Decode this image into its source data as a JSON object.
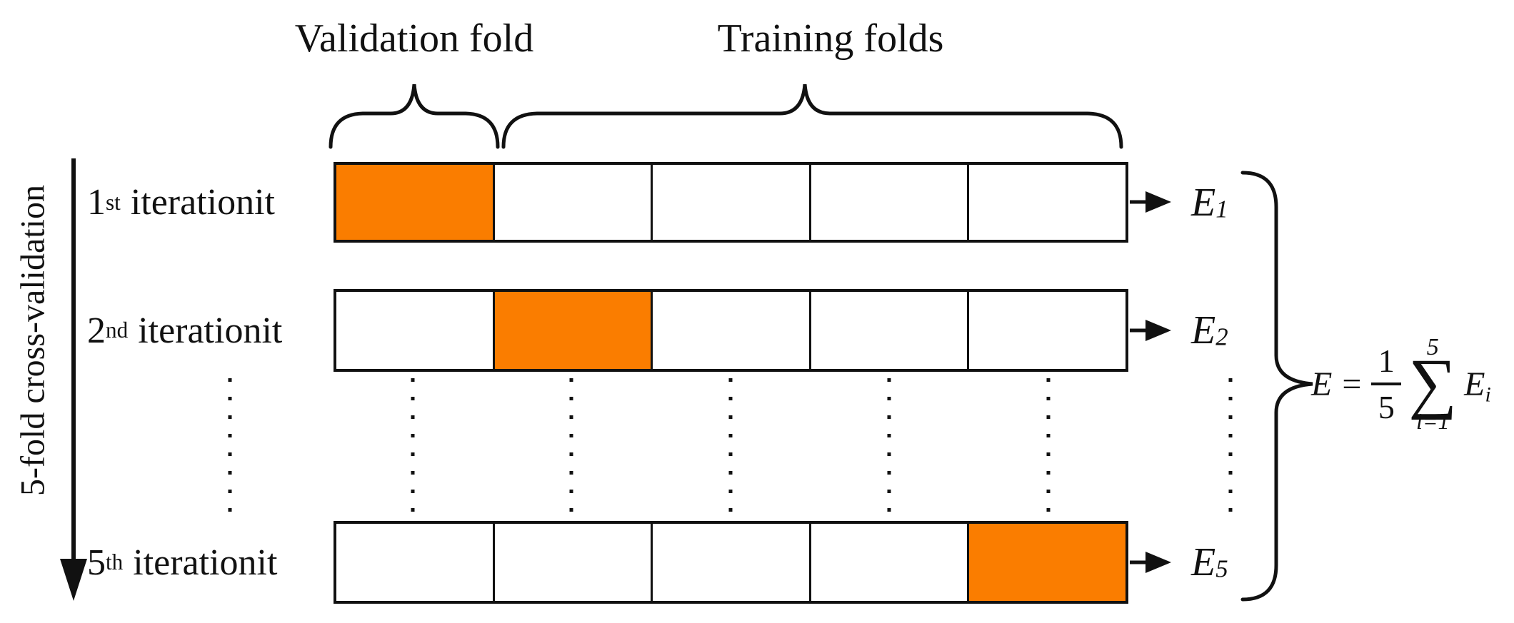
{
  "colors": {
    "accent": "#FA7D00",
    "line": "#111111"
  },
  "axis": {
    "label": "5-fold cross-validation"
  },
  "header": {
    "validation_label": "Validation fold",
    "training_label": "Training folds"
  },
  "folds": {
    "count": 5
  },
  "rows": [
    {
      "ordinal": "1",
      "ordinal_suffix": "st",
      "label_rest": "iterationit",
      "validation_fold_index": 0,
      "error_base": "E",
      "error_sub": "1"
    },
    {
      "ordinal": "2",
      "ordinal_suffix": "nd",
      "label_rest": "iterationit",
      "validation_fold_index": 1,
      "error_base": "E",
      "error_sub": "2"
    },
    {
      "ordinal": "5",
      "ordinal_suffix": "th",
      "label_rest": "iterationit",
      "validation_fold_index": 4,
      "error_base": "E",
      "error_sub": "5"
    }
  ],
  "formula": {
    "lhs": "E",
    "equals": "=",
    "fraction_numerator": "1",
    "fraction_denominator": "5",
    "sum_symbol": "∑",
    "sum_upper_limit": "5",
    "sum_lower_limit": "i=1",
    "term_base": "E",
    "term_sub": "i"
  }
}
